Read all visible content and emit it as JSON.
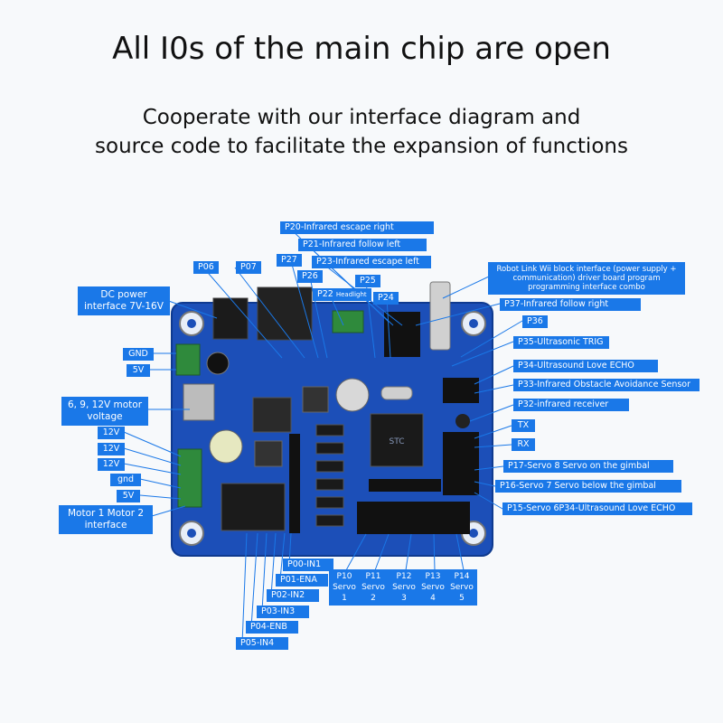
{
  "header": {
    "title": "All I0s of the main chip are open",
    "subtitle_line1": "Cooperate with our interface diagram and",
    "subtitle_line2": "source code to facilitate the expansion of functions"
  },
  "board": {
    "color": "#1c4fb8",
    "chip_marking": "STC"
  },
  "labels": {
    "p20": "P20-Infrared escape right",
    "p21": "P21-Infrared follow left",
    "p23": "P23-Infrared escape left",
    "p06": "P06",
    "p07": "P07",
    "p27": "P27",
    "p26": "P26",
    "p22": "P22",
    "p22_sub": "Headlight",
    "p25": "P25",
    "p24": "P24",
    "dc_power": "DC power interface 7V-16V",
    "gnd_top": "GND",
    "v5_top": "5V",
    "motor_voltage": "6, 9, 12V motor voltage",
    "v12_a": "12V",
    "v12_b": "12V",
    "v12_c": "12V",
    "gnd_bottom": "gnd",
    "v5_bottom": "5V",
    "motor_if": "Motor 1 Motor 2 interface",
    "robot_link": "Robot Link Wii block interface (power supply + communication) driver board program programming interface combo",
    "p37": "P37-Infrared follow right",
    "p36": "P36",
    "p35": "P35-Ultrasonic TRIG",
    "p34": "P34-Ultrasound Love ECHO",
    "p33": "P33-Infrared Obstacle Avoidance Sensor",
    "p32": "P32-infrared receiver",
    "tx": "TX",
    "rx": "RX",
    "p17": "P17-Servo 8 Servo on the gimbal",
    "p16": "P16-Servo 7 Servo below the gimbal",
    "p15": "P15-Servo 6P34-Ultrasound Love ECHO",
    "p00": "P00-IN1",
    "p01": "P01-ENA",
    "p02": "P02-IN2",
    "p03": "P03-IN3",
    "p04": "P04-ENB",
    "p05": "P05-IN4"
  },
  "servos": [
    {
      "pin": "P10",
      "name": "Servo 1"
    },
    {
      "pin": "P11",
      "name": "Servo 2"
    },
    {
      "pin": "P12",
      "name": "Servo 3"
    },
    {
      "pin": "P13",
      "name": "Servo 4"
    },
    {
      "pin": "P14",
      "name": "Servo 5"
    }
  ]
}
